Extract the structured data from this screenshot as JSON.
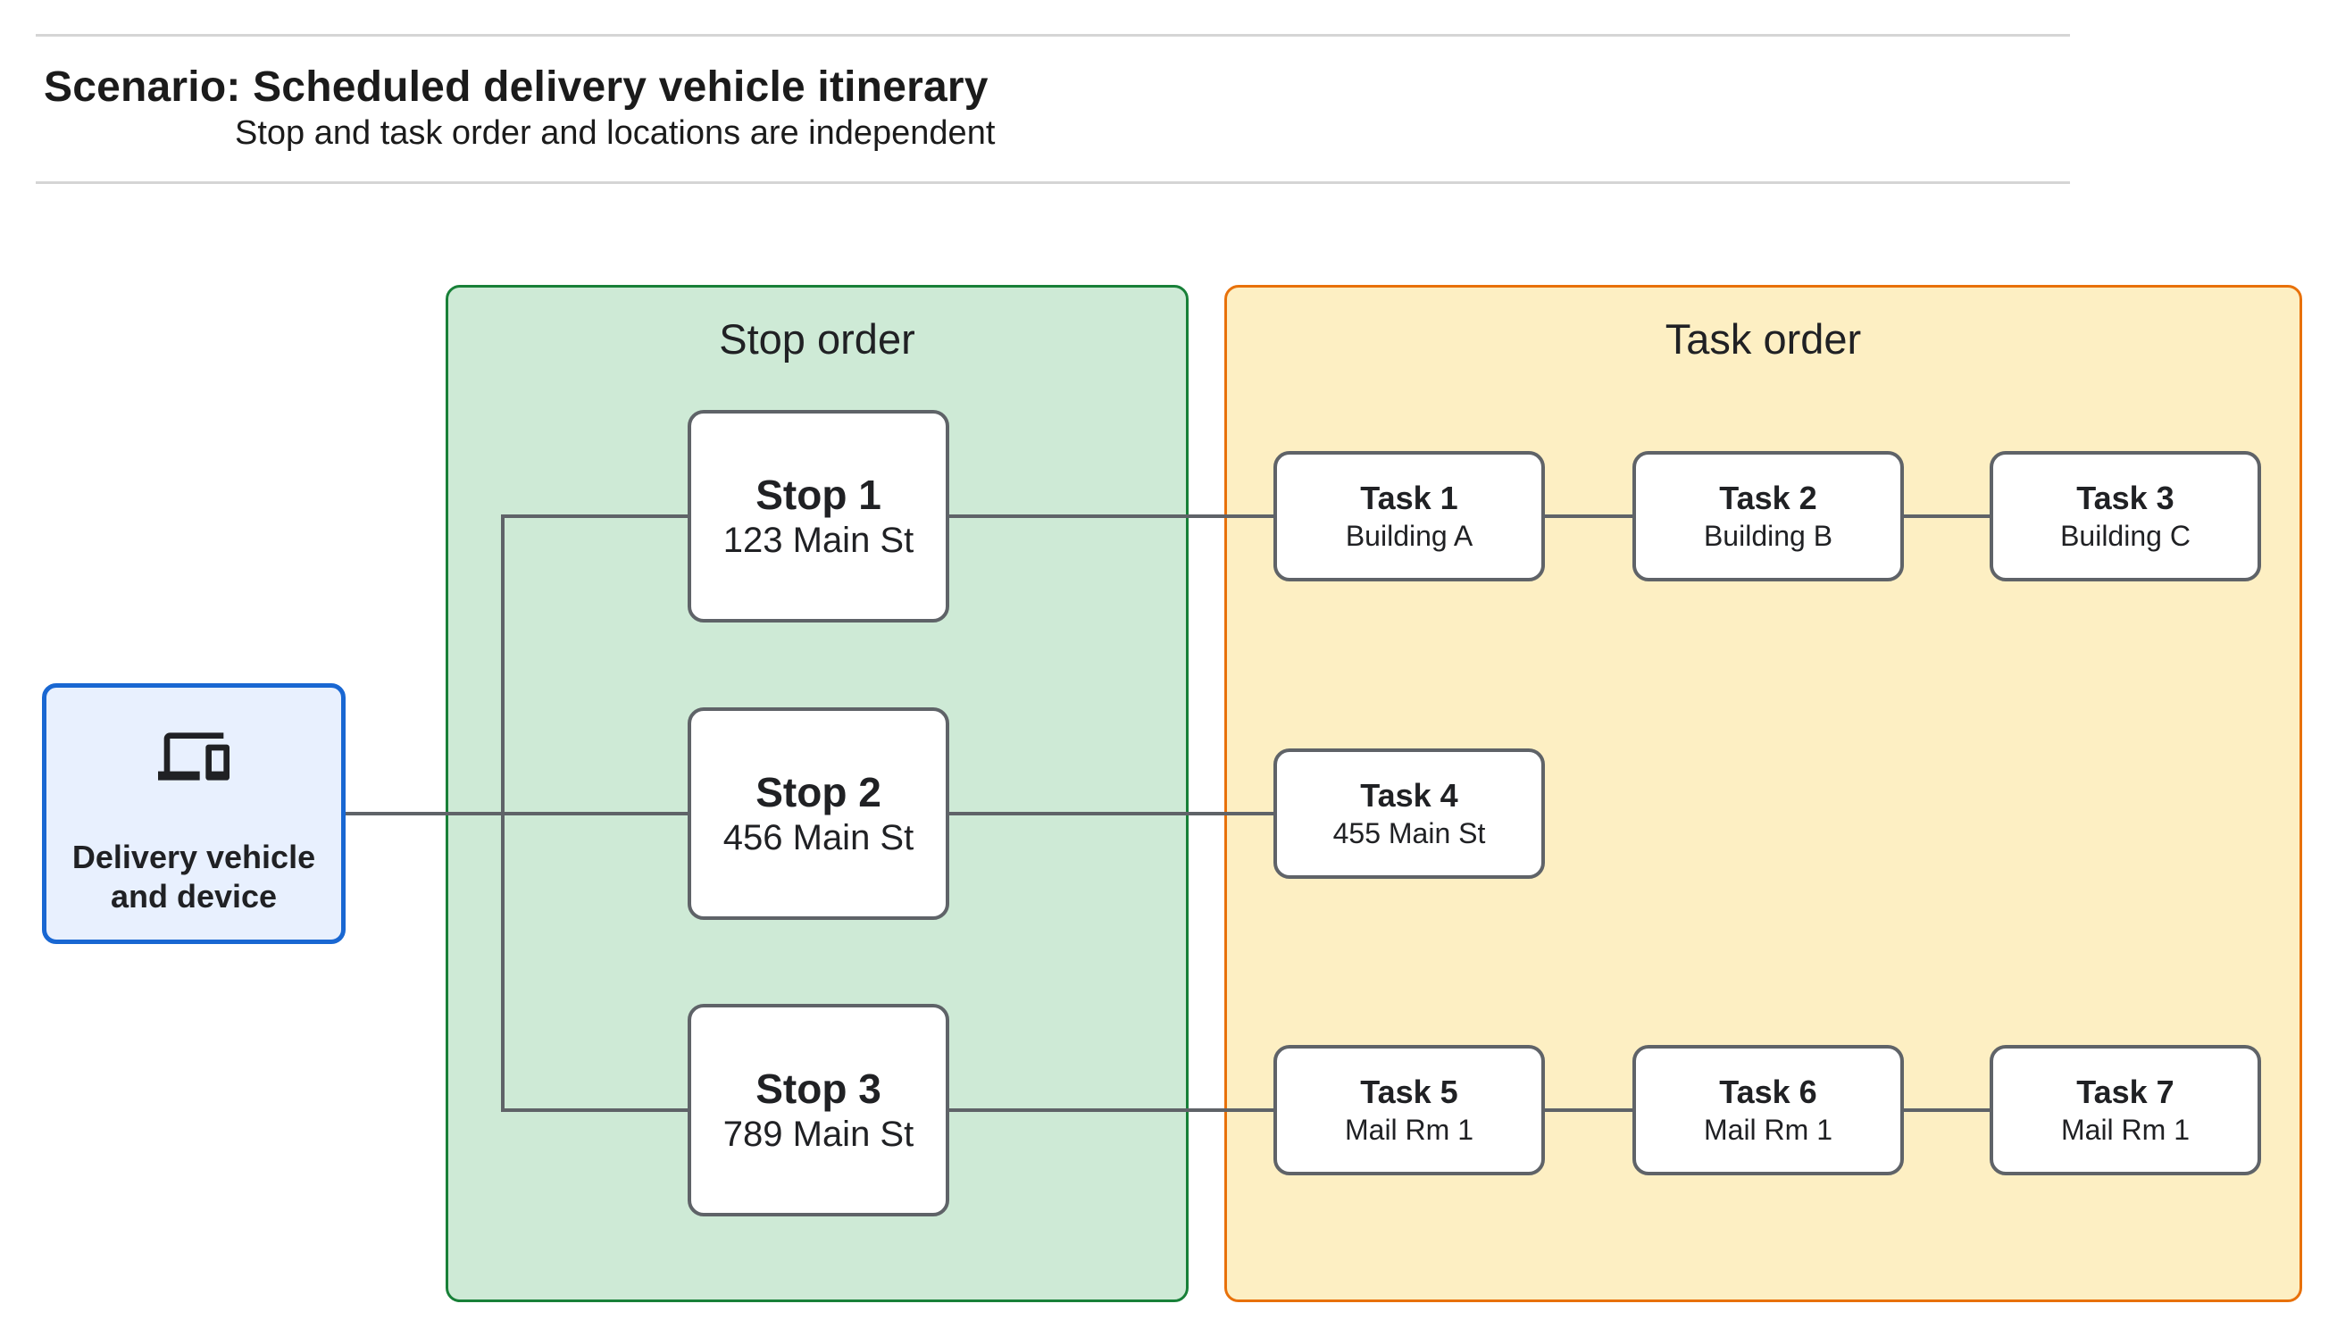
{
  "header": {
    "title": "Scenario: Scheduled delivery vehicle itinerary",
    "subtitle": "Stop and task order and locations are independent"
  },
  "vehicle": {
    "label": "Delivery vehicle and device",
    "icon": "devices-icon"
  },
  "panels": {
    "stop": {
      "label": "Stop order",
      "fill": "#CEEAD6",
      "border": "#188038"
    },
    "task": {
      "label": "Task order",
      "fill": "#FDEFC3",
      "border": "#E8710A"
    }
  },
  "stops": [
    {
      "title": "Stop 1",
      "address": "123 Main St"
    },
    {
      "title": "Stop 2",
      "address": "456 Main St"
    },
    {
      "title": "Stop 3",
      "address": "789 Main St"
    }
  ],
  "tasks": [
    {
      "title": "Task 1",
      "location": "Building A"
    },
    {
      "title": "Task 2",
      "location": "Building B"
    },
    {
      "title": "Task 3",
      "location": "Building C"
    },
    {
      "title": "Task 4",
      "location": "455 Main St"
    },
    {
      "title": "Task 5",
      "location": "Mail Rm 1"
    },
    {
      "title": "Task 6",
      "location": "Mail Rm 1"
    },
    {
      "title": "Task 7",
      "location": "Mail Rm 1"
    }
  ],
  "colors": {
    "vehicle_fill": "#E8F0FE",
    "vehicle_border": "#1967D2",
    "stop_panel_fill": "#CEEAD6",
    "stop_panel_border": "#188038",
    "task_panel_fill": "#FDEFC3",
    "task_panel_border": "#E8710A",
    "node_border": "#5F6368",
    "connector": "#5F6368",
    "divider": "#d5d5d5",
    "text": "#202124"
  }
}
